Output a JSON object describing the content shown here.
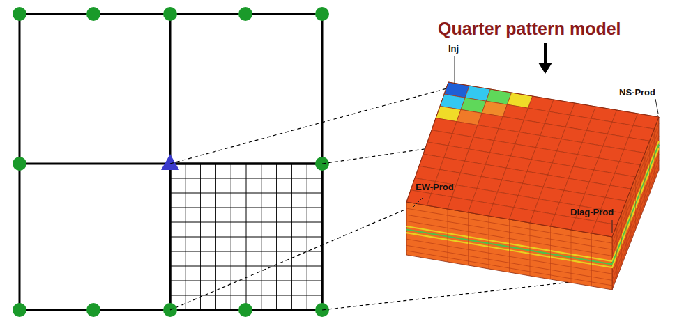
{
  "diagram": {
    "title": "Quarter pattern model",
    "labels": [
      "Inj",
      "NS-Prod",
      "EW-Prod",
      "Diag-Prod"
    ]
  }
}
